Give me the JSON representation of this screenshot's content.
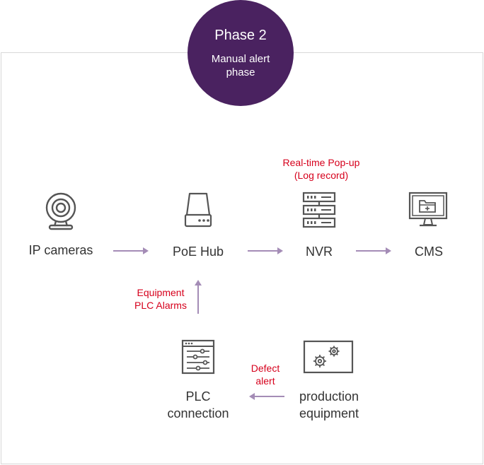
{
  "phase": {
    "title": "Phase 2",
    "subtitle": "Manual alert\nphase"
  },
  "nodes": {
    "ip_cameras": "IP cameras",
    "poe_hub": "PoE Hub",
    "nvr": "NVR",
    "cms": "CMS",
    "plc_connection": "PLC\nconnection",
    "production_equipment": "production\nequipment"
  },
  "notes": {
    "nvr_note": "Real-time Pop-up\n(Log record)",
    "plc_alarm_note": "Equipment\nPLC Alarms",
    "defect_note": "Defect\nalert"
  },
  "colors": {
    "badge": "#4a2260",
    "arrow": "#a48cb6",
    "note": "#d6001c",
    "icon": "#555555"
  },
  "icons": {
    "ip_cameras": "webcam-icon",
    "poe_hub": "hub-device-icon",
    "nvr": "server-rack-icon",
    "cms": "monitor-folder-icon",
    "plc_connection": "control-panel-sliders-icon",
    "production_equipment": "gears-panel-icon"
  }
}
